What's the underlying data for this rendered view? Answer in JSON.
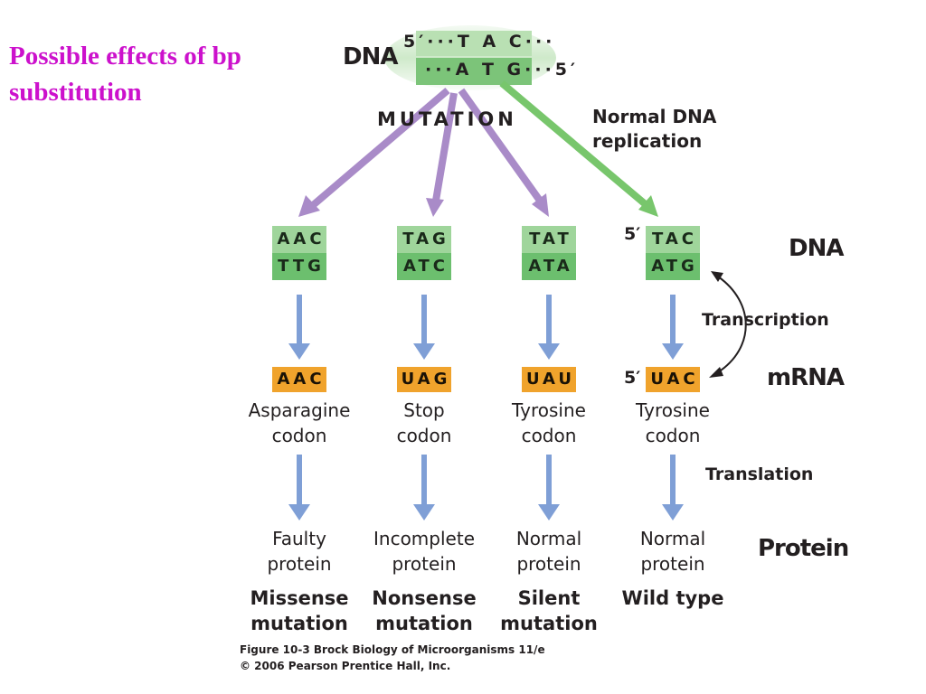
{
  "slide_title": "Possible effects of bp substitution",
  "top": {
    "dna_label": "DNA",
    "strand1": "5′···T A C···",
    "strand2": "···A T G···5′",
    "mutation_label": "MUTATION",
    "normal_label_line1": "Normal DNA",
    "normal_label_line2": "replication"
  },
  "row_labels": {
    "dna": "DNA",
    "mrna": "mRNA",
    "protein": "Protein",
    "transcription": "Transcription",
    "translation": "Translation",
    "five_prime": "5′"
  },
  "columns": [
    {
      "dna_top": "AAC",
      "dna_bottom": "TTG",
      "mrna": "AAC",
      "codon_line1": "Asparagine",
      "codon_line2": "codon",
      "protein_line1": "Faulty",
      "protein_line2": "protein",
      "kind_line1": "Missense",
      "kind_line2": "mutation"
    },
    {
      "dna_top": "TAG",
      "dna_bottom": "ATC",
      "mrna": "UAG",
      "codon_line1": "Stop",
      "codon_line2": "codon",
      "protein_line1": "Incomplete",
      "protein_line2": "protein",
      "kind_line1": "Nonsense",
      "kind_line2": "mutation"
    },
    {
      "dna_top": "TAT",
      "dna_bottom": "ATA",
      "mrna": "UAU",
      "codon_line1": "Tyrosine",
      "codon_line2": "codon",
      "protein_line1": "Normal",
      "protein_line2": "protein",
      "kind_line1": "Silent",
      "kind_line2": "mutation"
    },
    {
      "dna_top": "TAC",
      "dna_bottom": "ATG",
      "mrna": "UAC",
      "codon_line1": "Tyrosine",
      "codon_line2": "codon",
      "protein_line1": "Normal",
      "protein_line2": "protein",
      "kind_line1": "Wild type",
      "kind_line2": ""
    }
  ],
  "caption": {
    "line1": "Figure 10-3 Brock Biology of Microorganisms 11/e",
    "line2": "© 2006 Pearson Prentice Hall, Inc."
  },
  "colors": {
    "title": "#cc11cc",
    "mutation_arrow": "#a98bc8",
    "normal_arrow": "#78c66c",
    "flow_arrow": "#7f9fd6",
    "dna_light": "#9fd59b",
    "dna_dark": "#6cbf6e",
    "mrna": "#f0a32c"
  }
}
